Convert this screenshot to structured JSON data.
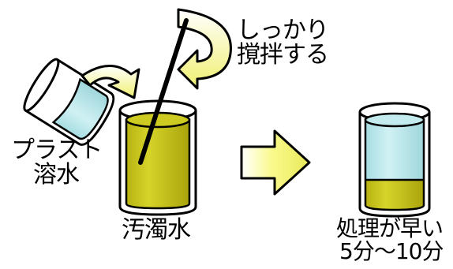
{
  "labels": {
    "stir_line1": "しっかり",
    "stir_line2": "撹拌する",
    "plast_line1": "プラスト",
    "plast_line2": "溶水",
    "dirty_water": "汚濁水",
    "fast_line1": "処理が早い",
    "fast_line2": "5分〜10分"
  },
  "colors": {
    "murky_water": "#c8c417",
    "clear_water": "#b8e8ec",
    "arrow_yellow": "#fafa8c",
    "outline": "#000000"
  },
  "icons": [
    "stir-arrow-icon",
    "pour-arrow-icon",
    "process-arrow-icon",
    "stirring-rod-icon"
  ]
}
